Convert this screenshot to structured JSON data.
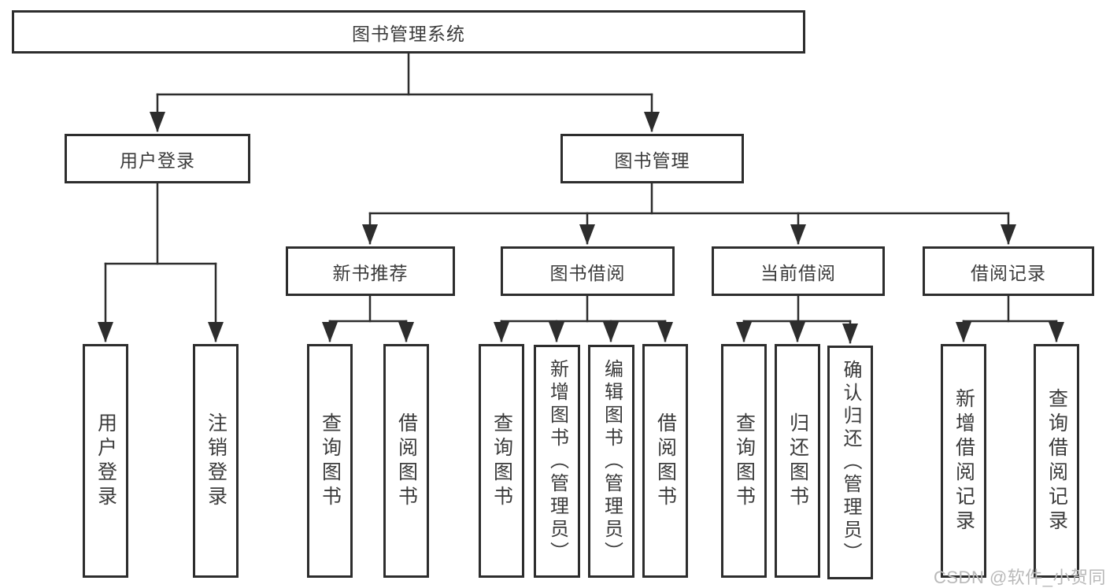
{
  "tree": {
    "root": {
      "label": "图书管理系统",
      "children": [
        {
          "label": "用户登录",
          "children": [
            {
              "label": "用户登录"
            },
            {
              "label": "注销登录"
            }
          ]
        },
        {
          "label": "图书管理",
          "children": [
            {
              "label": "新书推荐",
              "children": [
                {
                  "label": "查询图书"
                },
                {
                  "label": "借阅图书"
                }
              ]
            },
            {
              "label": "图书借阅",
              "children": [
                {
                  "label": "查询图书"
                },
                {
                  "label": "新增图书（管理员）"
                },
                {
                  "label": "编辑图书（管理员）"
                },
                {
                  "label": "借阅图书"
                }
              ]
            },
            {
              "label": "当前借阅",
              "children": [
                {
                  "label": "查询图书"
                },
                {
                  "label": "归还图书"
                },
                {
                  "label": "确认归还（管理员）"
                }
              ]
            },
            {
              "label": "借阅记录",
              "children": [
                {
                  "label": "新增借阅记录"
                },
                {
                  "label": "查询借阅记录"
                }
              ]
            }
          ]
        }
      ]
    }
  },
  "watermark": "CSDN @软件_小贺同学",
  "colors": {
    "line": "#2d2d2d",
    "box_border": "#2d2d2d",
    "text": "#3b3b3b",
    "watermark_text": "#b9b9b9",
    "background": "#ffffff"
  }
}
